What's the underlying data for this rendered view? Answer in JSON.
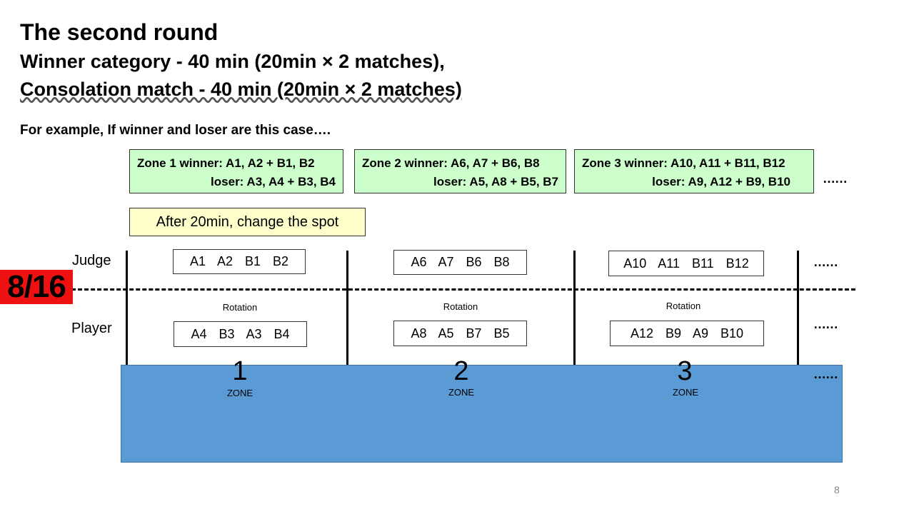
{
  "title": "The second round",
  "subtitle1": "Winner category - 40 min (20min × 2 matches),",
  "subtitle2": "Consolation match - 40 min (20min × 2 matches)",
  "example": "For example, If winner and loser are this case….",
  "zones": [
    {
      "winner": "Zone 1 winner: A1, A2 + B1, B2",
      "loser": "loser: A3, A4 + B3, B4",
      "judge": "A1 A2 B1 B2",
      "rotation": "Rotation",
      "player": "A4 B3 A3 B4",
      "number": "1",
      "zone_label": "ZONE"
    },
    {
      "winner": "Zone 2 winner: A6, A7 + B6, B8",
      "loser": "loser: A5, A8 + B5, B7",
      "judge": "A6 A7 B6 B8",
      "rotation": "Rotation",
      "player": "A8 A5 B7 B5",
      "number": "2",
      "zone_label": "ZONE"
    },
    {
      "winner": "Zone 3 winner: A10, A11 + B11, B12",
      "loser": "loser: A9, A12 + B9, B10",
      "judge": "A10 A11 B11 B12",
      "rotation": "Rotation",
      "player": "A12 B9 A9 B10",
      "number": "3",
      "zone_label": "ZONE"
    }
  ],
  "ellipsis": "……",
  "note": "After 20min, change the spot",
  "judge_label": "Judge",
  "player_label": "Player",
  "badge": "8/16",
  "page_number": "8",
  "colors": {
    "winner_box": "#ccffcc",
    "note_box": "#ffffcc",
    "badge": "#ee1111",
    "water": "#5b9bd5"
  }
}
